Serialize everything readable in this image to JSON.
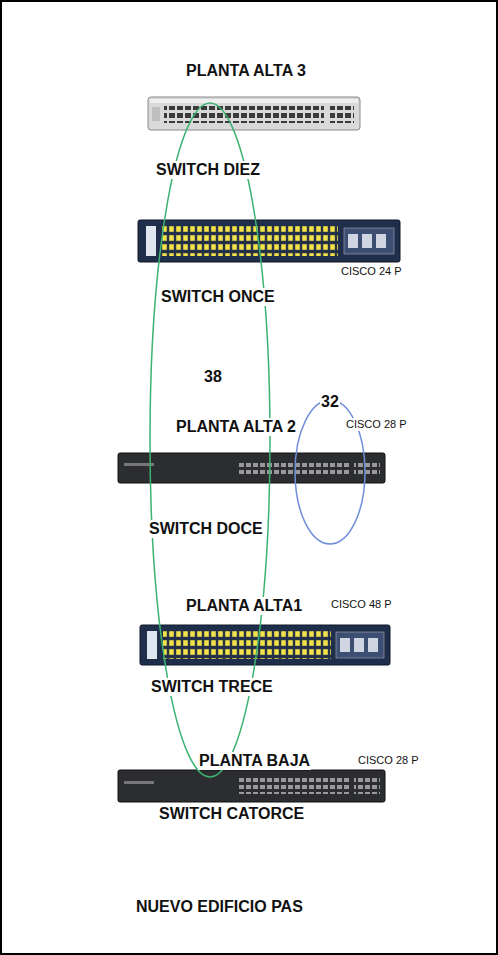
{
  "diagram": {
    "caption": "NUEVO EDIFICIO PAS",
    "labels": [
      "PLANTA ALTA 3",
      "SWITCH DIEZ",
      "CISCO 24 P",
      "SWITCH ONCE",
      "38",
      "32",
      "PLANTA ALTA 2",
      "CISCO 28 P",
      "SWITCH DOCE",
      "PLANTA ALTA1",
      "CISCO 48 P",
      "SWITCH TRECE",
      "PLANTA BAJA",
      "CISCO 28 P",
      "SWITCH CATORCE"
    ]
  }
}
